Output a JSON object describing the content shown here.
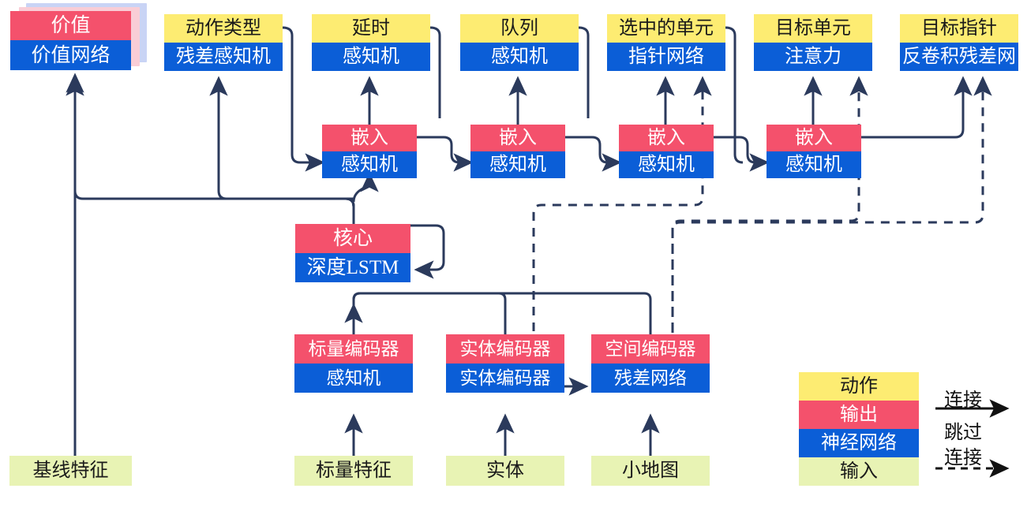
{
  "diagram": {
    "title": "StarCraft II agent network architecture",
    "colors": {
      "action": "#fdec72",
      "output": "#f4516c",
      "network": "#0b5ed7",
      "input": "#e8f3b4",
      "wire": "#2b3a5c"
    }
  },
  "nodes": {
    "value": {
      "top": "价值",
      "bottom": "价值网络"
    },
    "action_type": {
      "top": "动作类型",
      "bottom": "残差感知机"
    },
    "delay": {
      "top": "延时",
      "bottom": "感知机"
    },
    "queued": {
      "top": "队列",
      "bottom": "感知机"
    },
    "selected_units": {
      "top": "选中的单元",
      "bottom": "指针网络"
    },
    "target_unit": {
      "top": "目标单元",
      "bottom": "注意力"
    },
    "target_point": {
      "top": "目标指针",
      "bottom": "反卷积残差网"
    },
    "embed1": {
      "top": "嵌入",
      "bottom": "感知机"
    },
    "embed2": {
      "top": "嵌入",
      "bottom": "感知机"
    },
    "embed3": {
      "top": "嵌入",
      "bottom": "感知机"
    },
    "embed4": {
      "top": "嵌入",
      "bottom": "感知机"
    },
    "core": {
      "top": "核心",
      "bottom": "深度LSTM"
    },
    "scalar_encoder": {
      "top": "标量编码器",
      "bottom": "感知机"
    },
    "entity_encoder": {
      "top": "实体编码器",
      "bottom": "实体编码器"
    },
    "spatial_encoder": {
      "top": "空间编码器",
      "bottom": "残差网络"
    },
    "baseline_features": {
      "label": "基线特征"
    },
    "scalar_features": {
      "label": "标量特征"
    },
    "entities": {
      "label": "实体"
    },
    "minimap": {
      "label": "小地图"
    }
  },
  "legend": {
    "action": "动作",
    "output": "输出",
    "network": "神经网络",
    "input": "输入",
    "connection": "连接",
    "skip_line1": "跳过",
    "skip_line2": "连接"
  }
}
